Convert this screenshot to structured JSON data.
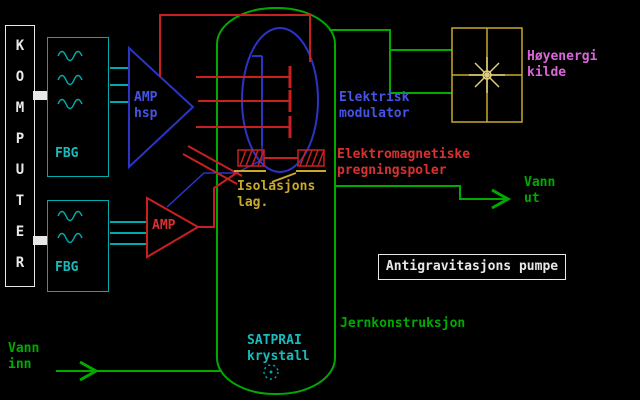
{
  "palette": {
    "background": "#000000",
    "green": "#00AA00",
    "red": "#C82020",
    "blue": "#2A35C8",
    "cyan": "#00AAAA",
    "yellow": "#C9A92A",
    "magenta": "#D966D9",
    "white": "#E8E8E8"
  },
  "labels": {
    "computer": "KOMPUTER",
    "fbg_top": "FBG",
    "fbg_bottom": "FBG",
    "amp_main": "AMP\nhsp",
    "amp_secondary": "AMP",
    "electric_modulator": "Elektrisk\nmodulator",
    "imprint_coils": "Elektromagnetiske\npregningspoler",
    "insulation_layer": "Isolasjons\nlag.",
    "energy_source": "Høyenergi\nkilde",
    "water_out": "Vann\nut",
    "water_in": "Vann\ninn",
    "pump": "Antigravitasjons pumpe",
    "iron_structure": "Jernkonstruksjon",
    "crystal": "SATPRAI\nkrystall"
  },
  "icons": {
    "sine_wave": "signal-generator-wave",
    "starburst": "energy-starburst",
    "arrow_right": "flow-arrow-right",
    "crystal_sphere": "dotted-crystal-sphere"
  }
}
